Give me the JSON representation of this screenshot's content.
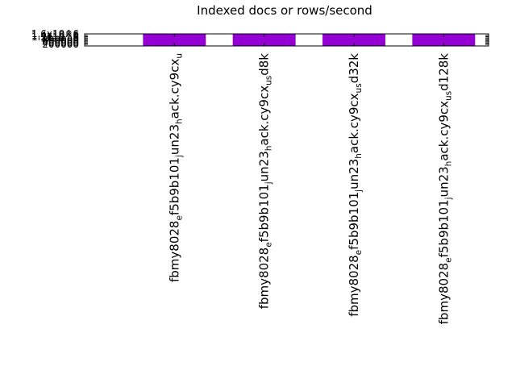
{
  "chart_data": {
    "type": "bar",
    "title": "Indexed docs or rows/second",
    "xlabel": "",
    "ylabel": "",
    "categories": [
      "fbmy8028_ef5b9b101_jun23_hack.cy9cx_u",
      "fbmy8028_ef5b9b101_jun23_hack.cy9cx_us_d8k",
      "fbmy8028_ef5b9b101_jun23_hack.cy9cx_us_d32k",
      "fbmy8028_ef5b9b101_jun23_hack.cy9cx_us_d128k"
    ],
    "category_parts": [
      [
        "fbmy8028",
        "e",
        "f5b9b101",
        "j",
        "un23",
        "h",
        "ack.cy9cx",
        "u",
        ""
      ],
      [
        "fbmy8028",
        "e",
        "f5b9b101",
        "j",
        "un23",
        "h",
        "ack.cy9cx",
        "us",
        "d8k"
      ],
      [
        "fbmy8028",
        "e",
        "f5b9b101",
        "j",
        "un23",
        "h",
        "ack.cy9cx",
        "us",
        "d32k"
      ],
      [
        "fbmy8028",
        "e",
        "f5b9b101",
        "j",
        "un23",
        "h",
        "ack.cy9cx",
        "us",
        "d128k"
      ]
    ],
    "values": [
      1600000,
      1600000,
      1600000,
      1600000
    ],
    "ylim": [
      0,
      1600000
    ],
    "y_tick_labels": [
      "200000",
      "400000",
      "600000",
      "800000",
      "1x10^6",
      "1.2x10^6",
      "1.4x10^6",
      "1.6x10^6"
    ],
    "bar_color": "#9400d3",
    "grid": false,
    "legend": "none"
  }
}
